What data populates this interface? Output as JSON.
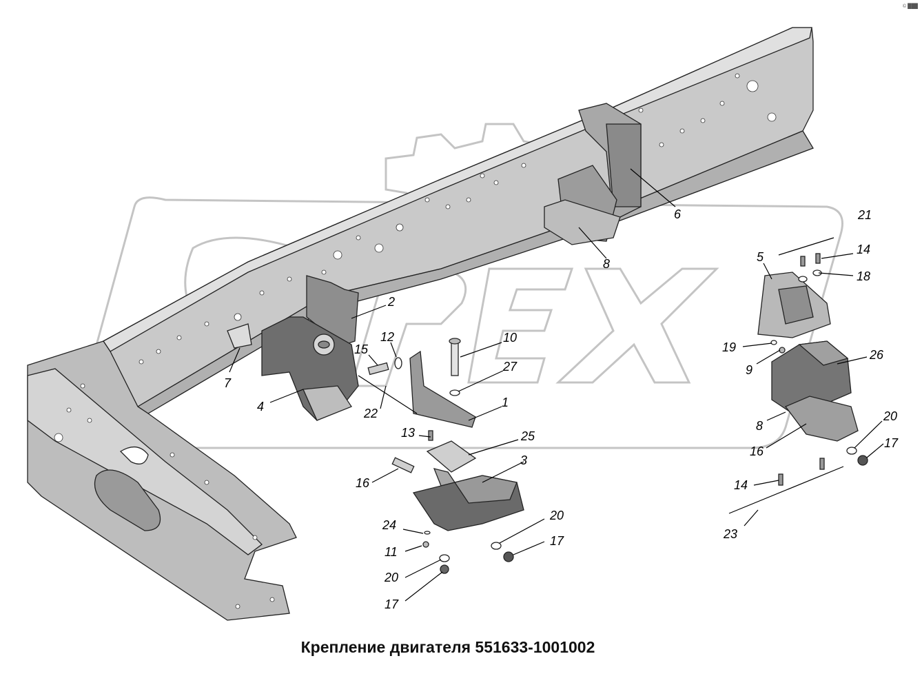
{
  "caption": "Крепление двигателя 551633-1001002",
  "corner_mark": "© ███",
  "watermark_logo": "OREX",
  "callouts": [
    {
      "id": "c2",
      "label": "2"
    },
    {
      "id": "c6",
      "label": "6"
    },
    {
      "id": "c8a",
      "label": "8"
    },
    {
      "id": "c21",
      "label": "21"
    },
    {
      "id": "c14a",
      "label": "14"
    },
    {
      "id": "c18",
      "label": "18"
    },
    {
      "id": "c5",
      "label": "5"
    },
    {
      "id": "c10",
      "label": "10"
    },
    {
      "id": "c12",
      "label": "12"
    },
    {
      "id": "c15",
      "label": "15"
    },
    {
      "id": "c19",
      "label": "19"
    },
    {
      "id": "c26",
      "label": "26"
    },
    {
      "id": "c27",
      "label": "27"
    },
    {
      "id": "c9",
      "label": "9"
    },
    {
      "id": "c7",
      "label": "7"
    },
    {
      "id": "c4",
      "label": "4"
    },
    {
      "id": "c22",
      "label": "22"
    },
    {
      "id": "c1",
      "label": "1"
    },
    {
      "id": "c13",
      "label": "13"
    },
    {
      "id": "c25",
      "label": "25"
    },
    {
      "id": "c8b",
      "label": "8"
    },
    {
      "id": "c20a",
      "label": "20"
    },
    {
      "id": "c16a",
      "label": "16"
    },
    {
      "id": "c17a",
      "label": "17"
    },
    {
      "id": "c3",
      "label": "3"
    },
    {
      "id": "c16b",
      "label": "16"
    },
    {
      "id": "c14b",
      "label": "14"
    },
    {
      "id": "c20b",
      "label": "20"
    },
    {
      "id": "c17b",
      "label": "17"
    },
    {
      "id": "c24",
      "label": "24"
    },
    {
      "id": "c23",
      "label": "23"
    },
    {
      "id": "c11",
      "label": "11"
    },
    {
      "id": "c20c",
      "label": "20"
    },
    {
      "id": "c17c",
      "label": "17"
    }
  ]
}
